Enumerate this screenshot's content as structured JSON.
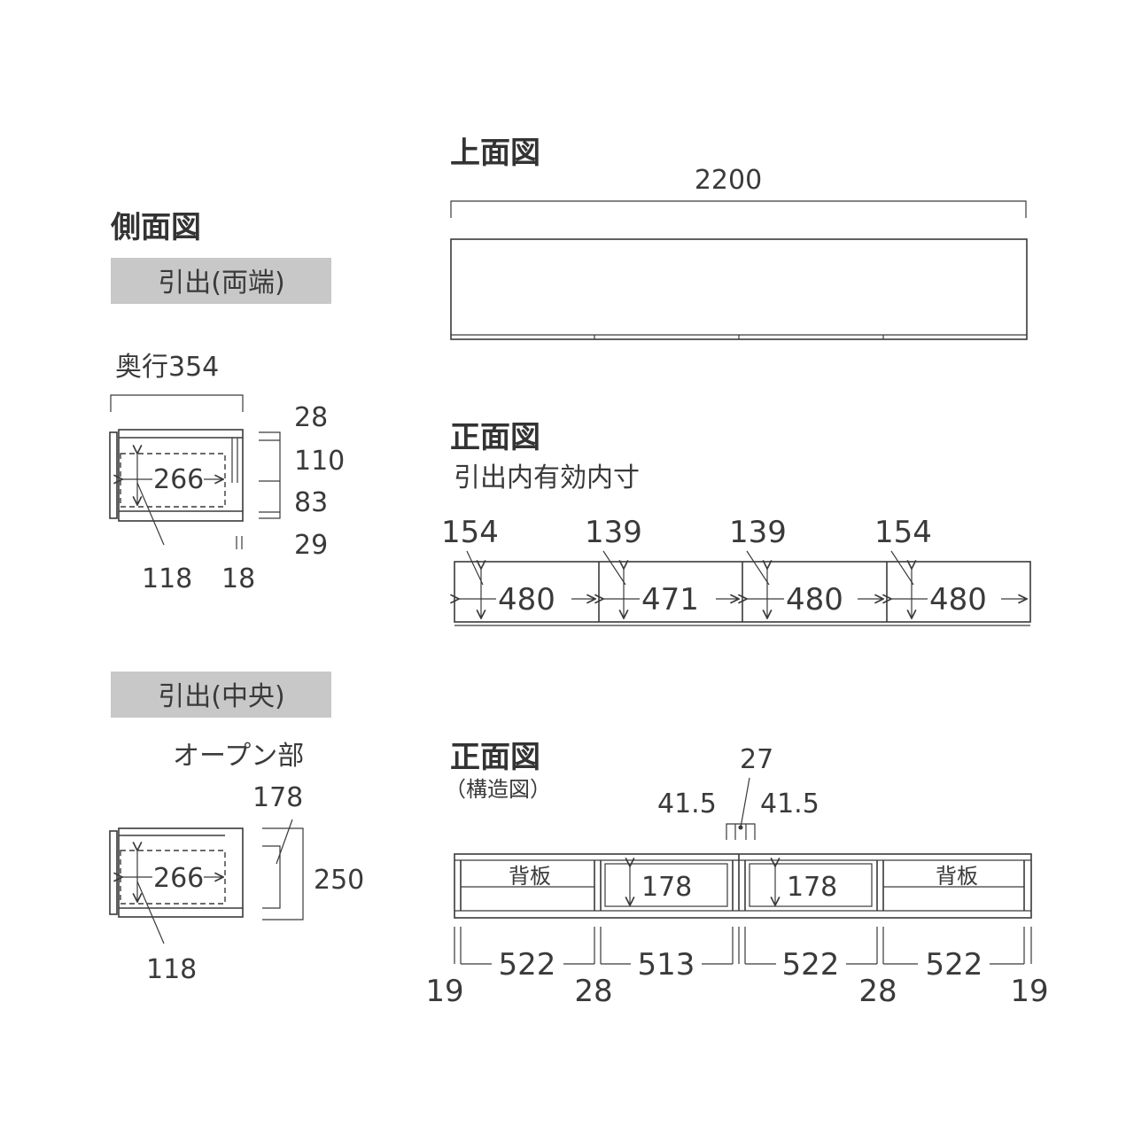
{
  "side_view": {
    "title": "側面図",
    "drawer_end_label": "引出(両端)",
    "depth_label": "奥行354",
    "heights": [
      "28",
      "110",
      "83",
      "29"
    ],
    "inner_depth": "266",
    "bottom_dims": [
      "118",
      "18"
    ],
    "drawer_center_label": "引出(中央)",
    "open_label": "オープン部",
    "open_height": "178",
    "total_height": "250",
    "inner_depth_center": "266",
    "bottom_dim_center": "118"
  },
  "top_view": {
    "title": "上面図",
    "width": "2200"
  },
  "front_view": {
    "title": "正面図",
    "subtitle": "引出内有効内寸",
    "heights": [
      "154",
      "139",
      "139",
      "154"
    ],
    "widths": [
      "480",
      "471",
      "480",
      "480"
    ]
  },
  "structure_view": {
    "title": "正面図",
    "subtitle": "（構造図）",
    "center_gap": "27",
    "center_left": "41.5",
    "center_right": "41.5",
    "back_label_left": "背板",
    "back_label_right": "背板",
    "open_heights": [
      "178",
      "178"
    ],
    "widths": [
      "522",
      "513",
      "522",
      "522"
    ],
    "edge_dims": [
      "19",
      "28",
      "28",
      "19"
    ]
  }
}
